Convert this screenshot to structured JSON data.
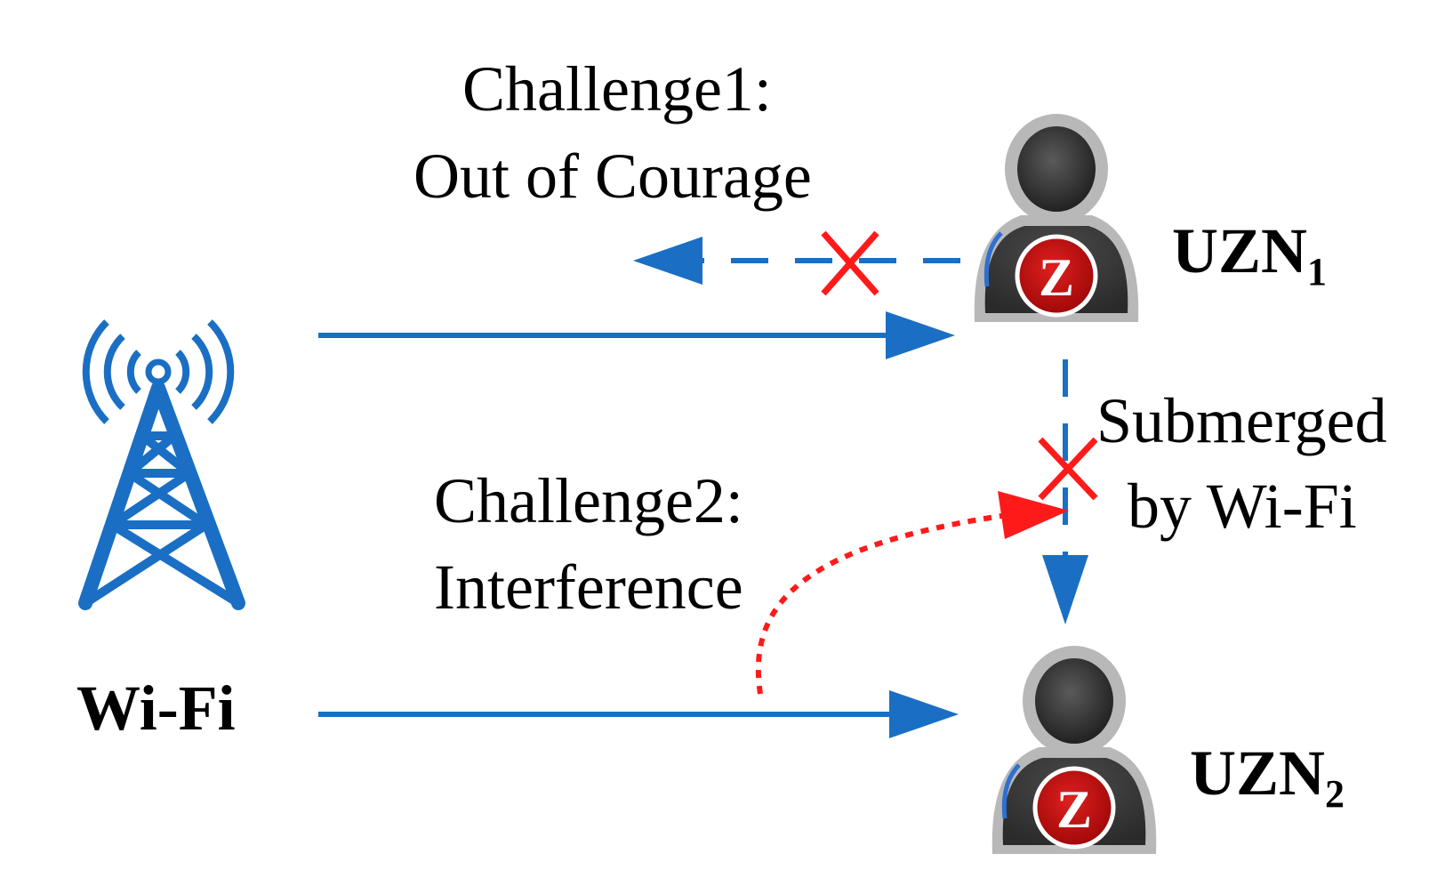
{
  "labels": {
    "challenge1_line1": "Challenge1:",
    "challenge1_line2": "Out of Courage",
    "challenge2_line1": "Challenge2:",
    "challenge2_line2": "Interference",
    "submerged_line1": "Submerged",
    "submerged_line2": "by Wi-Fi",
    "wifi": "Wi-Fi",
    "uzn1_main": "UZN",
    "uzn1_sub": "1",
    "uzn2_main": "UZN",
    "uzn2_sub": "2",
    "badge_letter": "Z"
  },
  "icons": {
    "tower": "wifi-tower-icon",
    "user": "user-icon",
    "badge": "zigbee-badge-icon",
    "blocked": "red-cross-icon"
  },
  "colors": {
    "signal_blue": "#1a6fc4",
    "interference_red": "#ff1a1a",
    "person_dark": "#333333",
    "person_halo": "#b8b8b8",
    "badge_red": "#cc1111"
  }
}
